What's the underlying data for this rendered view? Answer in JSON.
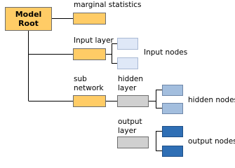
{
  "root": {
    "line1": "Model",
    "line2": "Root"
  },
  "labels": {
    "marginal_statistics": "marginal statistics",
    "input_layer": "Input layer",
    "input_nodes": "Input nodes",
    "sub_network_line1": "sub",
    "sub_network_line2": "network",
    "hidden_layer_line1": "hidden",
    "hidden_layer_line2": "layer",
    "hidden_nodes": "hidden nodes",
    "output_layer_line1": "output",
    "output_layer_line2": "layer",
    "output_nodes": "output nodes"
  },
  "colors": {
    "yellow": "#ffcc66",
    "pale_blue": "#dfe8f7",
    "mid_blue": "#a3bede",
    "dark_blue": "#2f6fb5",
    "gray": "#d0d0d0",
    "line": "#000000"
  }
}
